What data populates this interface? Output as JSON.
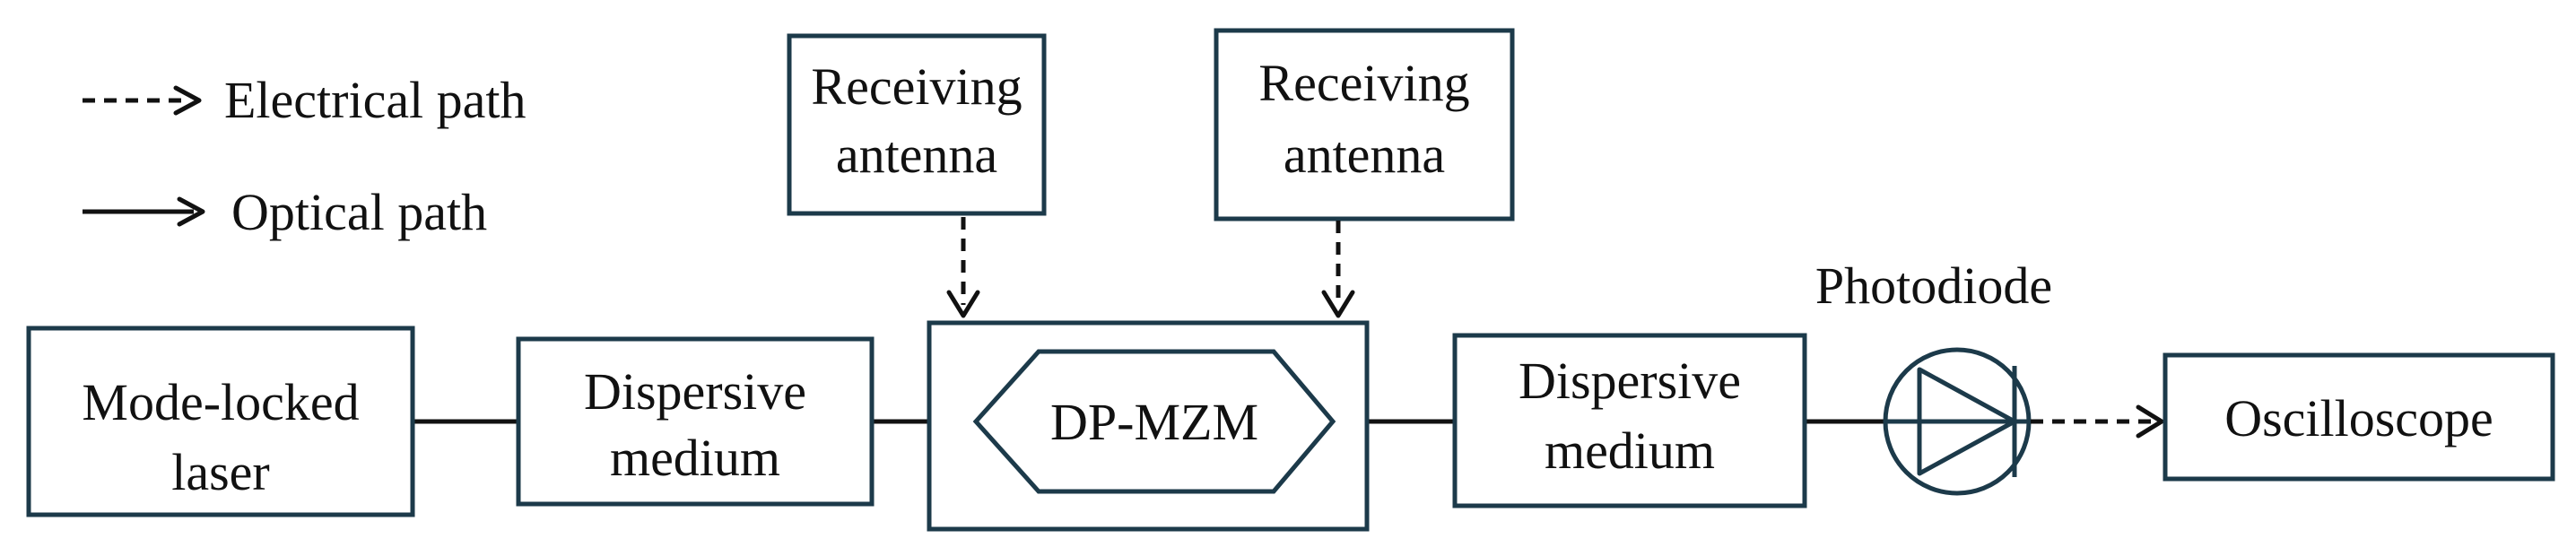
{
  "legend": {
    "electrical": "Electrical path",
    "optical": "Optical path"
  },
  "blocks": {
    "laser": [
      "Mode-locked",
      "laser"
    ],
    "dispersive_1": [
      "Dispersive",
      "medium"
    ],
    "antenna_1": [
      "Receiving",
      "antenna"
    ],
    "antenna_2": [
      "Receiving",
      "antenna"
    ],
    "modulator": "DP-MZM",
    "dispersive_2": [
      "Dispersive",
      "medium"
    ],
    "photodiode": "Photodiode",
    "oscilloscope": "Oscilloscope"
  },
  "colors": {
    "box_stroke": "#1c3a4a",
    "line": "#111111"
  }
}
